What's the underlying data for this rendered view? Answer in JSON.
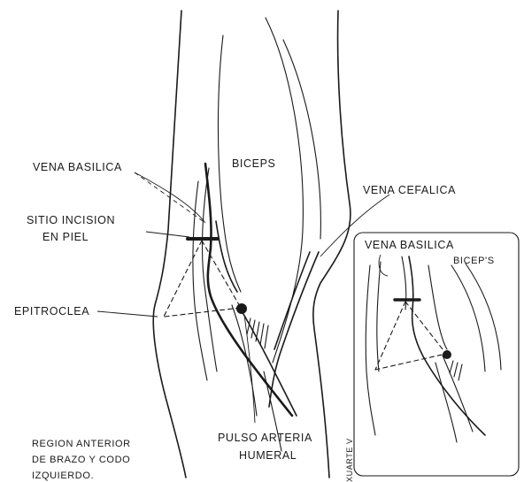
{
  "labels": {
    "vena_basilica": "VENA BASILICA",
    "biceps": "BICEPS",
    "vena_cefalica": "VENA CEFALICA",
    "sitio_incision_1": "SITIO INCISION",
    "sitio_incision_2": "EN PIEL",
    "epitroclea": "EPITROCLEA",
    "pulso_arteria_1": "PULSO ARTERIA",
    "pulso_arteria_2": "HUMERAL",
    "region_1": "REGION ANTERIOR",
    "region_2": "DE BRAZO Y CODO",
    "region_3": "IZQUIERDO."
  },
  "inset": {
    "vena_basilica": "VENA BASILICA",
    "biceps": "BICEP'S"
  },
  "signature": "XUARTE V"
}
